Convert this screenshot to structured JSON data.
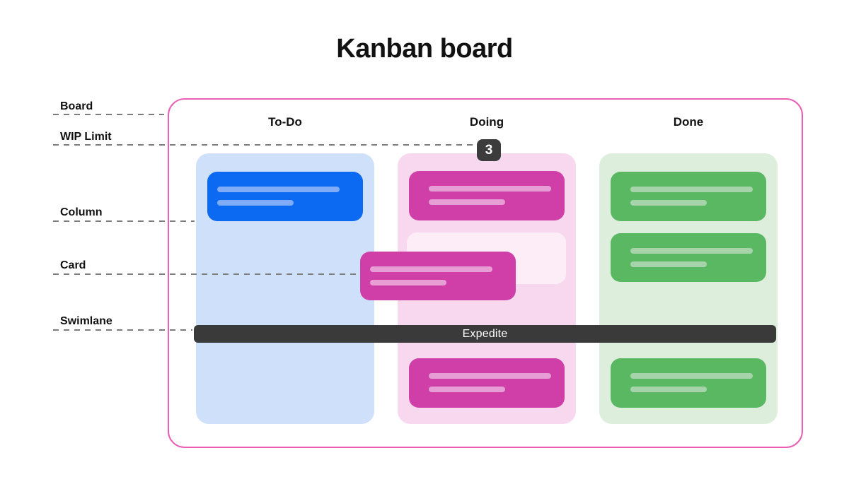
{
  "title": "Kanban board",
  "annotations": {
    "board": "Board",
    "wip_limit": "WIP Limit",
    "column": "Column",
    "card": "Card",
    "swimlane": "Swimlane"
  },
  "board": {
    "columns": [
      {
        "label": "To-Do"
      },
      {
        "label": "Doing",
        "wip_limit": "3"
      },
      {
        "label": "Done"
      }
    ],
    "swimlane_label": "Expedite"
  },
  "colors": {
    "board_border": "#ea5eb5",
    "todo_column_bg": "#cfe0fb",
    "todo_card": "#0c69f2",
    "doing_column_bg": "#f7d8ee",
    "doing_card": "#cf3fa7",
    "doing_ghost_slot": "#fcedf6",
    "done_column_bg": "#ddeedd",
    "done_card": "#5ab762",
    "swimlane_bar": "#3a3a3a",
    "wip_badge": "#3c3c3c",
    "leader_line": "#7d7d7d",
    "text": "#111111"
  }
}
